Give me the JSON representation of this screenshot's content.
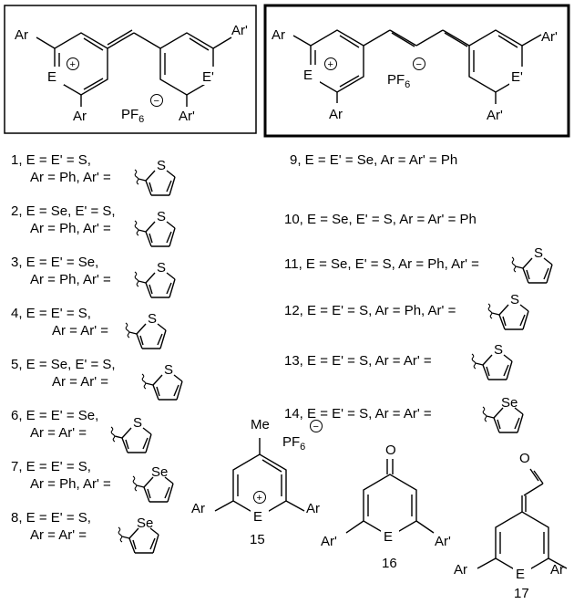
{
  "structures": {
    "ar": "Ar",
    "ar_prime": "Ar'",
    "e": "E",
    "e_prime": "E'",
    "counterion": "PF",
    "counterion_sub": "6",
    "methyl": "Me",
    "oxygen": "O",
    "plus": "+",
    "minus": "−"
  },
  "compound_labels": {
    "c15": "15",
    "c16": "16",
    "c17": "17"
  },
  "entries_left": [
    {
      "line1": "1, E = E' = S,",
      "line2": "Ar = Ph, Ar' =",
      "hetero": "S"
    },
    {
      "line1": "2, E = Se, E' = S,",
      "line2": "Ar = Ph, Ar' =",
      "hetero": "S"
    },
    {
      "line1": "3, E = E' = Se,",
      "line2": "Ar = Ph, Ar' =",
      "hetero": "S"
    },
    {
      "line1": "4, E = E' = S,",
      "line2": "Ar = Ar' =",
      "hetero": "S"
    },
    {
      "line1": "5, E = Se, E' = S,",
      "line2": "Ar = Ar' =",
      "hetero": "S"
    },
    {
      "line1": "6, E = E' = Se,",
      "line2": "Ar = Ar' =",
      "hetero": "S"
    },
    {
      "line1": "7, E = E' = S,",
      "line2": "Ar = Ph, Ar' =",
      "hetero": "Se"
    },
    {
      "line1": "8, E = E' = S,",
      "line2": "Ar = Ar' =",
      "hetero": "Se"
    }
  ],
  "entries_right": [
    {
      "text": "9, E = E' = Se, Ar = Ar' = Ph",
      "hetero": ""
    },
    {
      "text": "10, E = Se, E' = S, Ar = Ar' = Ph",
      "hetero": ""
    },
    {
      "text": "11, E = Se, E' = S, Ar = Ph, Ar' =",
      "hetero": "S"
    },
    {
      "text": "12, E = E' = S, Ar = Ph, Ar' =",
      "hetero": "S"
    },
    {
      "text": "13, E = E' = S, Ar = Ar' =",
      "hetero": "S"
    },
    {
      "text": "14, E = E' = S, Ar = Ar' =",
      "hetero": "Se"
    }
  ]
}
